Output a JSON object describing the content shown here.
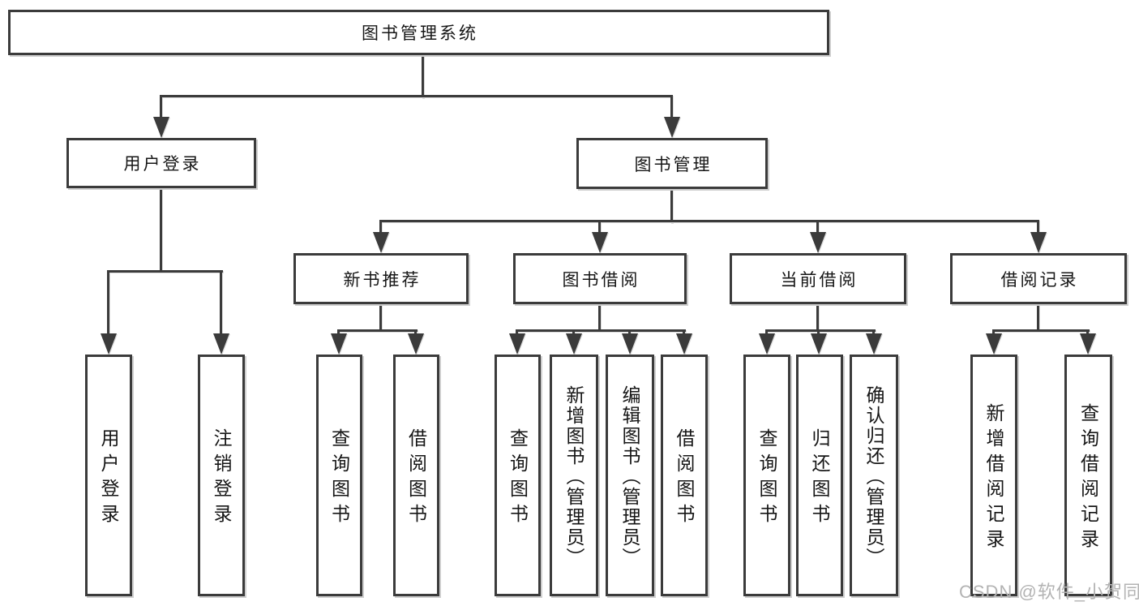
{
  "colors": {
    "line": "#3b3b3b",
    "text": "#161616",
    "watermark": "#b3b3b3",
    "background": "#ffffff"
  },
  "watermark": {
    "text": "CSDN @软件_小贺同学"
  },
  "diagram": {
    "type": "tree",
    "root": {
      "label": "图书管理系统",
      "children": [
        {
          "label": "用户登录",
          "children": [
            {
              "label": "用户登录"
            },
            {
              "label": "注销登录"
            }
          ]
        },
        {
          "label": "图书管理",
          "children": [
            {
              "label": "新书推荐",
              "children": [
                {
                  "label": "查询图书"
                },
                {
                  "label": "借阅图书"
                }
              ]
            },
            {
              "label": "图书借阅",
              "children": [
                {
                  "label": "查询图书"
                },
                {
                  "label": "新增图书（管理员）"
                },
                {
                  "label": "编辑图书（管理员）"
                },
                {
                  "label": "借阅图书"
                }
              ]
            },
            {
              "label": "当前借阅",
              "children": [
                {
                  "label": "查询图书"
                },
                {
                  "label": "归还图书"
                },
                {
                  "label": "确认归还（管理员）"
                }
              ]
            },
            {
              "label": "借阅记录",
              "children": [
                {
                  "label": "新增借阅记录"
                },
                {
                  "label": "查询借阅记录"
                }
              ]
            }
          ]
        }
      ]
    }
  }
}
